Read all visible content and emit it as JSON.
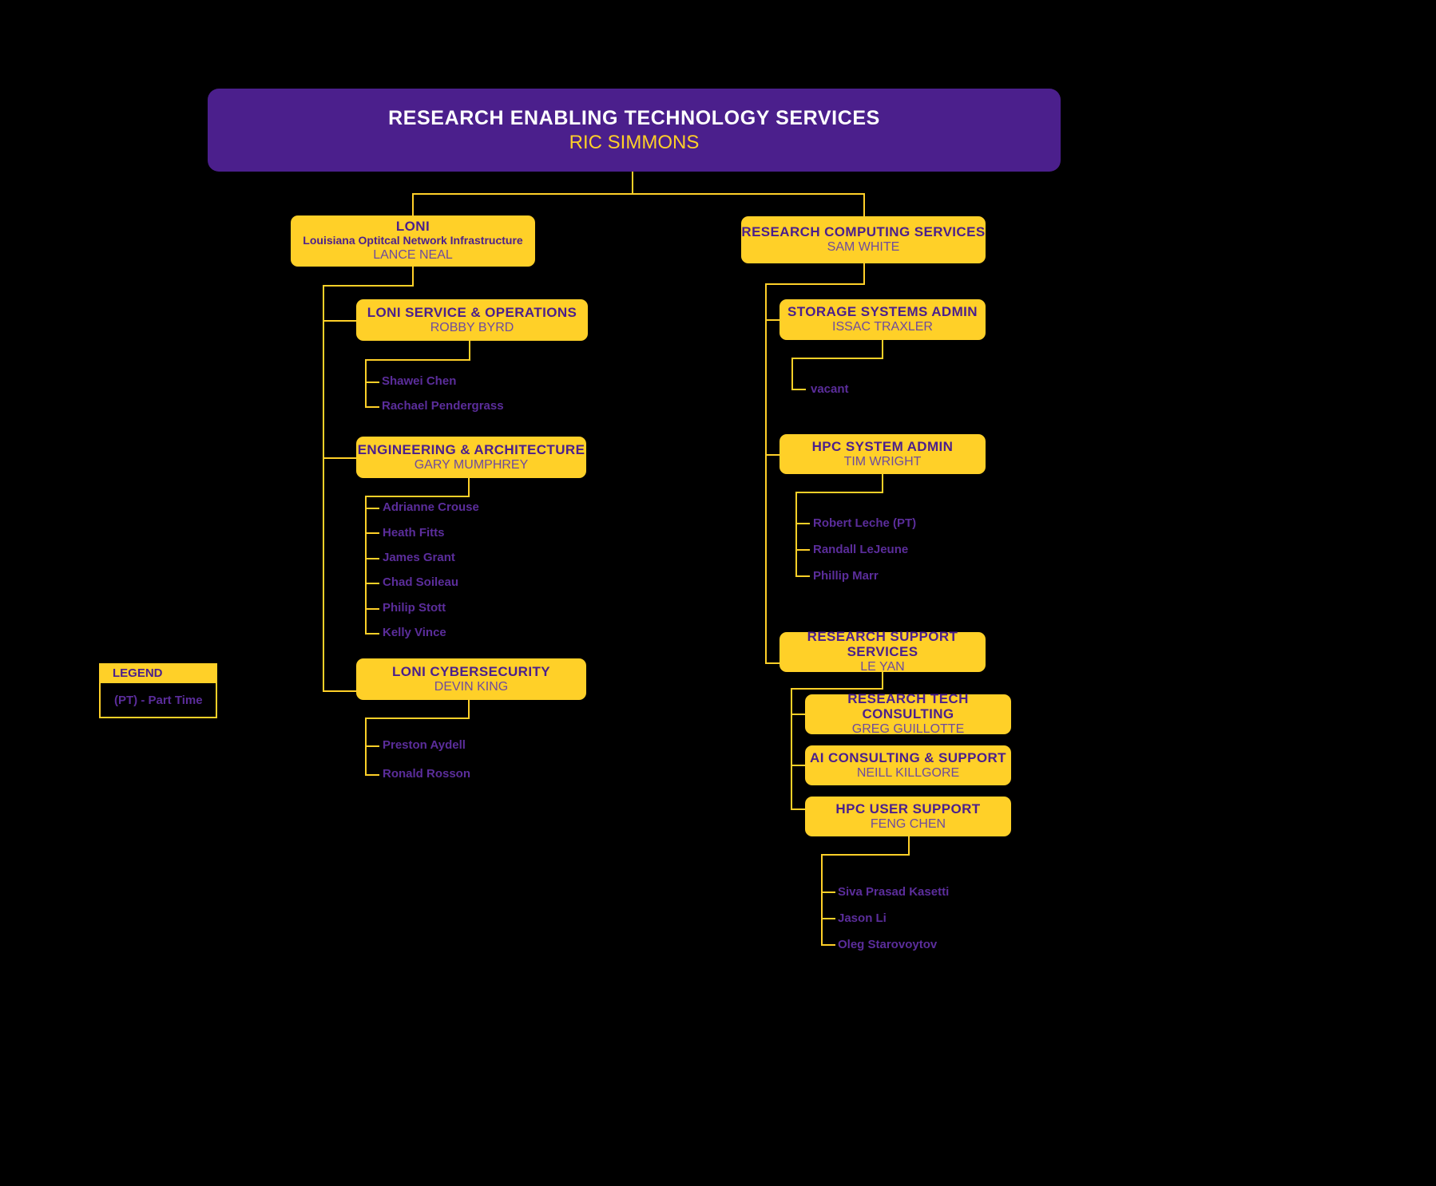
{
  "chart_meta": {
    "background_color": "#000000",
    "box_color": "#ffd028",
    "root_color": "#4b1f8c",
    "title_text_color": "#4b1f8c",
    "person_text_color": "#6e4b9e",
    "staff_text_color": "#5b2d9b",
    "connector_color": "#ffd028"
  },
  "root": {
    "title": "RESEARCH ENABLING TECHNOLOGY SERVICES",
    "person": "RIC SIMMONS"
  },
  "legend": {
    "heading": "LEGEND",
    "entry": "(PT) - Part Time"
  },
  "left_branch": {
    "head": {
      "title": "LONI",
      "subtitle": "Louisiana Optitcal Network Infrastructure",
      "person": "LANCE NEAL"
    },
    "units": [
      {
        "title": "LONI SERVICE & OPERATIONS",
        "person": "ROBBY BYRD",
        "staff": [
          "Shawei Chen",
          "Rachael Pendergrass"
        ]
      },
      {
        "title": "ENGINEERING & ARCHITECTURE",
        "person": "GARY MUMPHREY",
        "staff": [
          "Adrianne Crouse",
          "Heath Fitts",
          "James Grant",
          "Chad Soileau",
          "Philip Stott",
          "Kelly Vince"
        ]
      },
      {
        "title": "LONI CYBERSECURITY",
        "person": "DEVIN KING",
        "staff": [
          "Preston Aydell",
          "Ronald Rosson"
        ]
      }
    ]
  },
  "right_branch": {
    "head": {
      "title": "RESEARCH COMPUTING SERVICES",
      "person": "SAM WHITE"
    },
    "units": [
      {
        "title": "STORAGE SYSTEMS ADMIN",
        "person": "ISSAC TRAXLER",
        "staff": [
          "vacant"
        ]
      },
      {
        "title": "HPC SYSTEM ADMIN",
        "person": "TIM WRIGHT",
        "staff": [
          "Robert Leche (PT)",
          "Randall LeJeune",
          "Phillip Marr"
        ]
      },
      {
        "title": "RESEARCH SUPPORT SERVICES",
        "person": "LE YAN",
        "staff": [],
        "children": [
          {
            "title": "RESEARCH TECH CONSULTING",
            "person": "GREG GUILLOTTE",
            "staff": []
          },
          {
            "title": "AI CONSULTING & SUPPORT",
            "person": "NEILL KILLGORE",
            "staff": []
          },
          {
            "title": "HPC USER SUPPORT",
            "person": "FENG CHEN",
            "staff": [
              "Siva Prasad Kasetti",
              "Jason Li",
              "Oleg Starovoytov"
            ]
          }
        ]
      }
    ]
  }
}
